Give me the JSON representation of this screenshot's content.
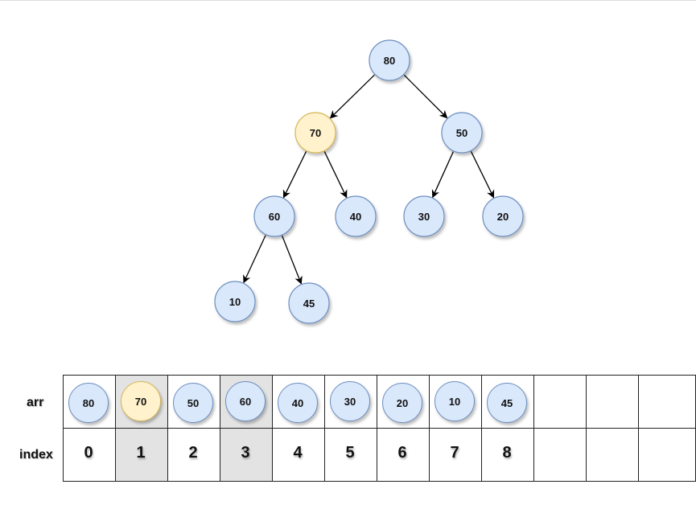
{
  "colors": {
    "node_fill": "#dae8fc",
    "node_stroke": "#6c8ebf",
    "highlight_fill": "#fff2cc",
    "highlight_stroke": "#d6b656",
    "shaded_cell": "#e3e3e3"
  },
  "tree": {
    "nodes": [
      {
        "id": "n0",
        "value": "80",
        "highlight": false
      },
      {
        "id": "n1",
        "value": "70",
        "highlight": true
      },
      {
        "id": "n2",
        "value": "50",
        "highlight": false
      },
      {
        "id": "n3",
        "value": "60",
        "highlight": false
      },
      {
        "id": "n4",
        "value": "40",
        "highlight": false
      },
      {
        "id": "n5",
        "value": "30",
        "highlight": false
      },
      {
        "id": "n6",
        "value": "20",
        "highlight": false
      },
      {
        "id": "n7",
        "value": "10",
        "highlight": false
      },
      {
        "id": "n8",
        "value": "45",
        "highlight": false
      }
    ],
    "edges": [
      [
        "n0",
        "n1"
      ],
      [
        "n0",
        "n2"
      ],
      [
        "n1",
        "n3"
      ],
      [
        "n1",
        "n4"
      ],
      [
        "n2",
        "n5"
      ],
      [
        "n2",
        "n6"
      ],
      [
        "n3",
        "n7"
      ],
      [
        "n3",
        "n8"
      ]
    ]
  },
  "array": {
    "arr_label": "arr",
    "index_label": "index",
    "values": [
      "80",
      "70",
      "50",
      "60",
      "40",
      "30",
      "20",
      "10",
      "45"
    ],
    "indices": [
      "0",
      "1",
      "2",
      "3",
      "4",
      "5",
      "6",
      "7",
      "8"
    ],
    "total_cells": 12,
    "highlighted_value_index": 1,
    "shaded_columns": [
      1,
      3
    ]
  }
}
